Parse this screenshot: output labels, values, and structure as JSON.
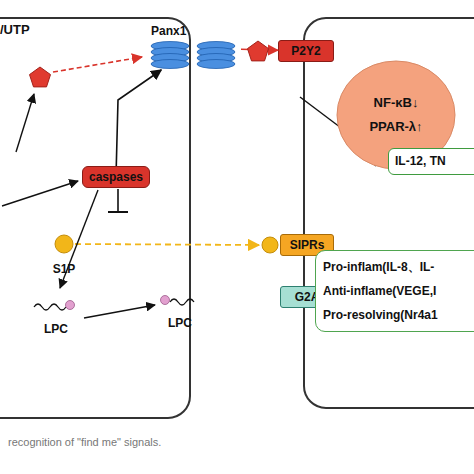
{
  "diagram": {
    "caption": "recognition of \"find me\" signals.",
    "nodes": [
      {
        "text": [
          "Panx1"
        ]
      },
      {
        "text": [
          "caspases"
        ]
      },
      {
        "text": [
          "P2Y2"
        ]
      },
      {
        "text": [
          "SIPRs"
        ]
      },
      {
        "text": [
          "G2A"
        ]
      },
      {
        "text": [
          "NF-κB↓",
          "PPAR-λ↑"
        ]
      },
      {
        "text": [
          "IL-12, TN"
        ]
      },
      {
        "text": [
          "Pro-inflam(IL-8、IL-",
          "Anti-inflame(VEGE,I",
          "Pro-resolving(Nr4a1"
        ]
      }
    ],
    "edges": [
      {
        "from": 1,
        "to": 0,
        "arrow": "to"
      },
      {
        "from": 0,
        "to": 2,
        "arrow": "to"
      }
    ],
    "labels": [
      "/UTP",
      "S1P",
      "LPC",
      "LPC"
    ]
  }
}
